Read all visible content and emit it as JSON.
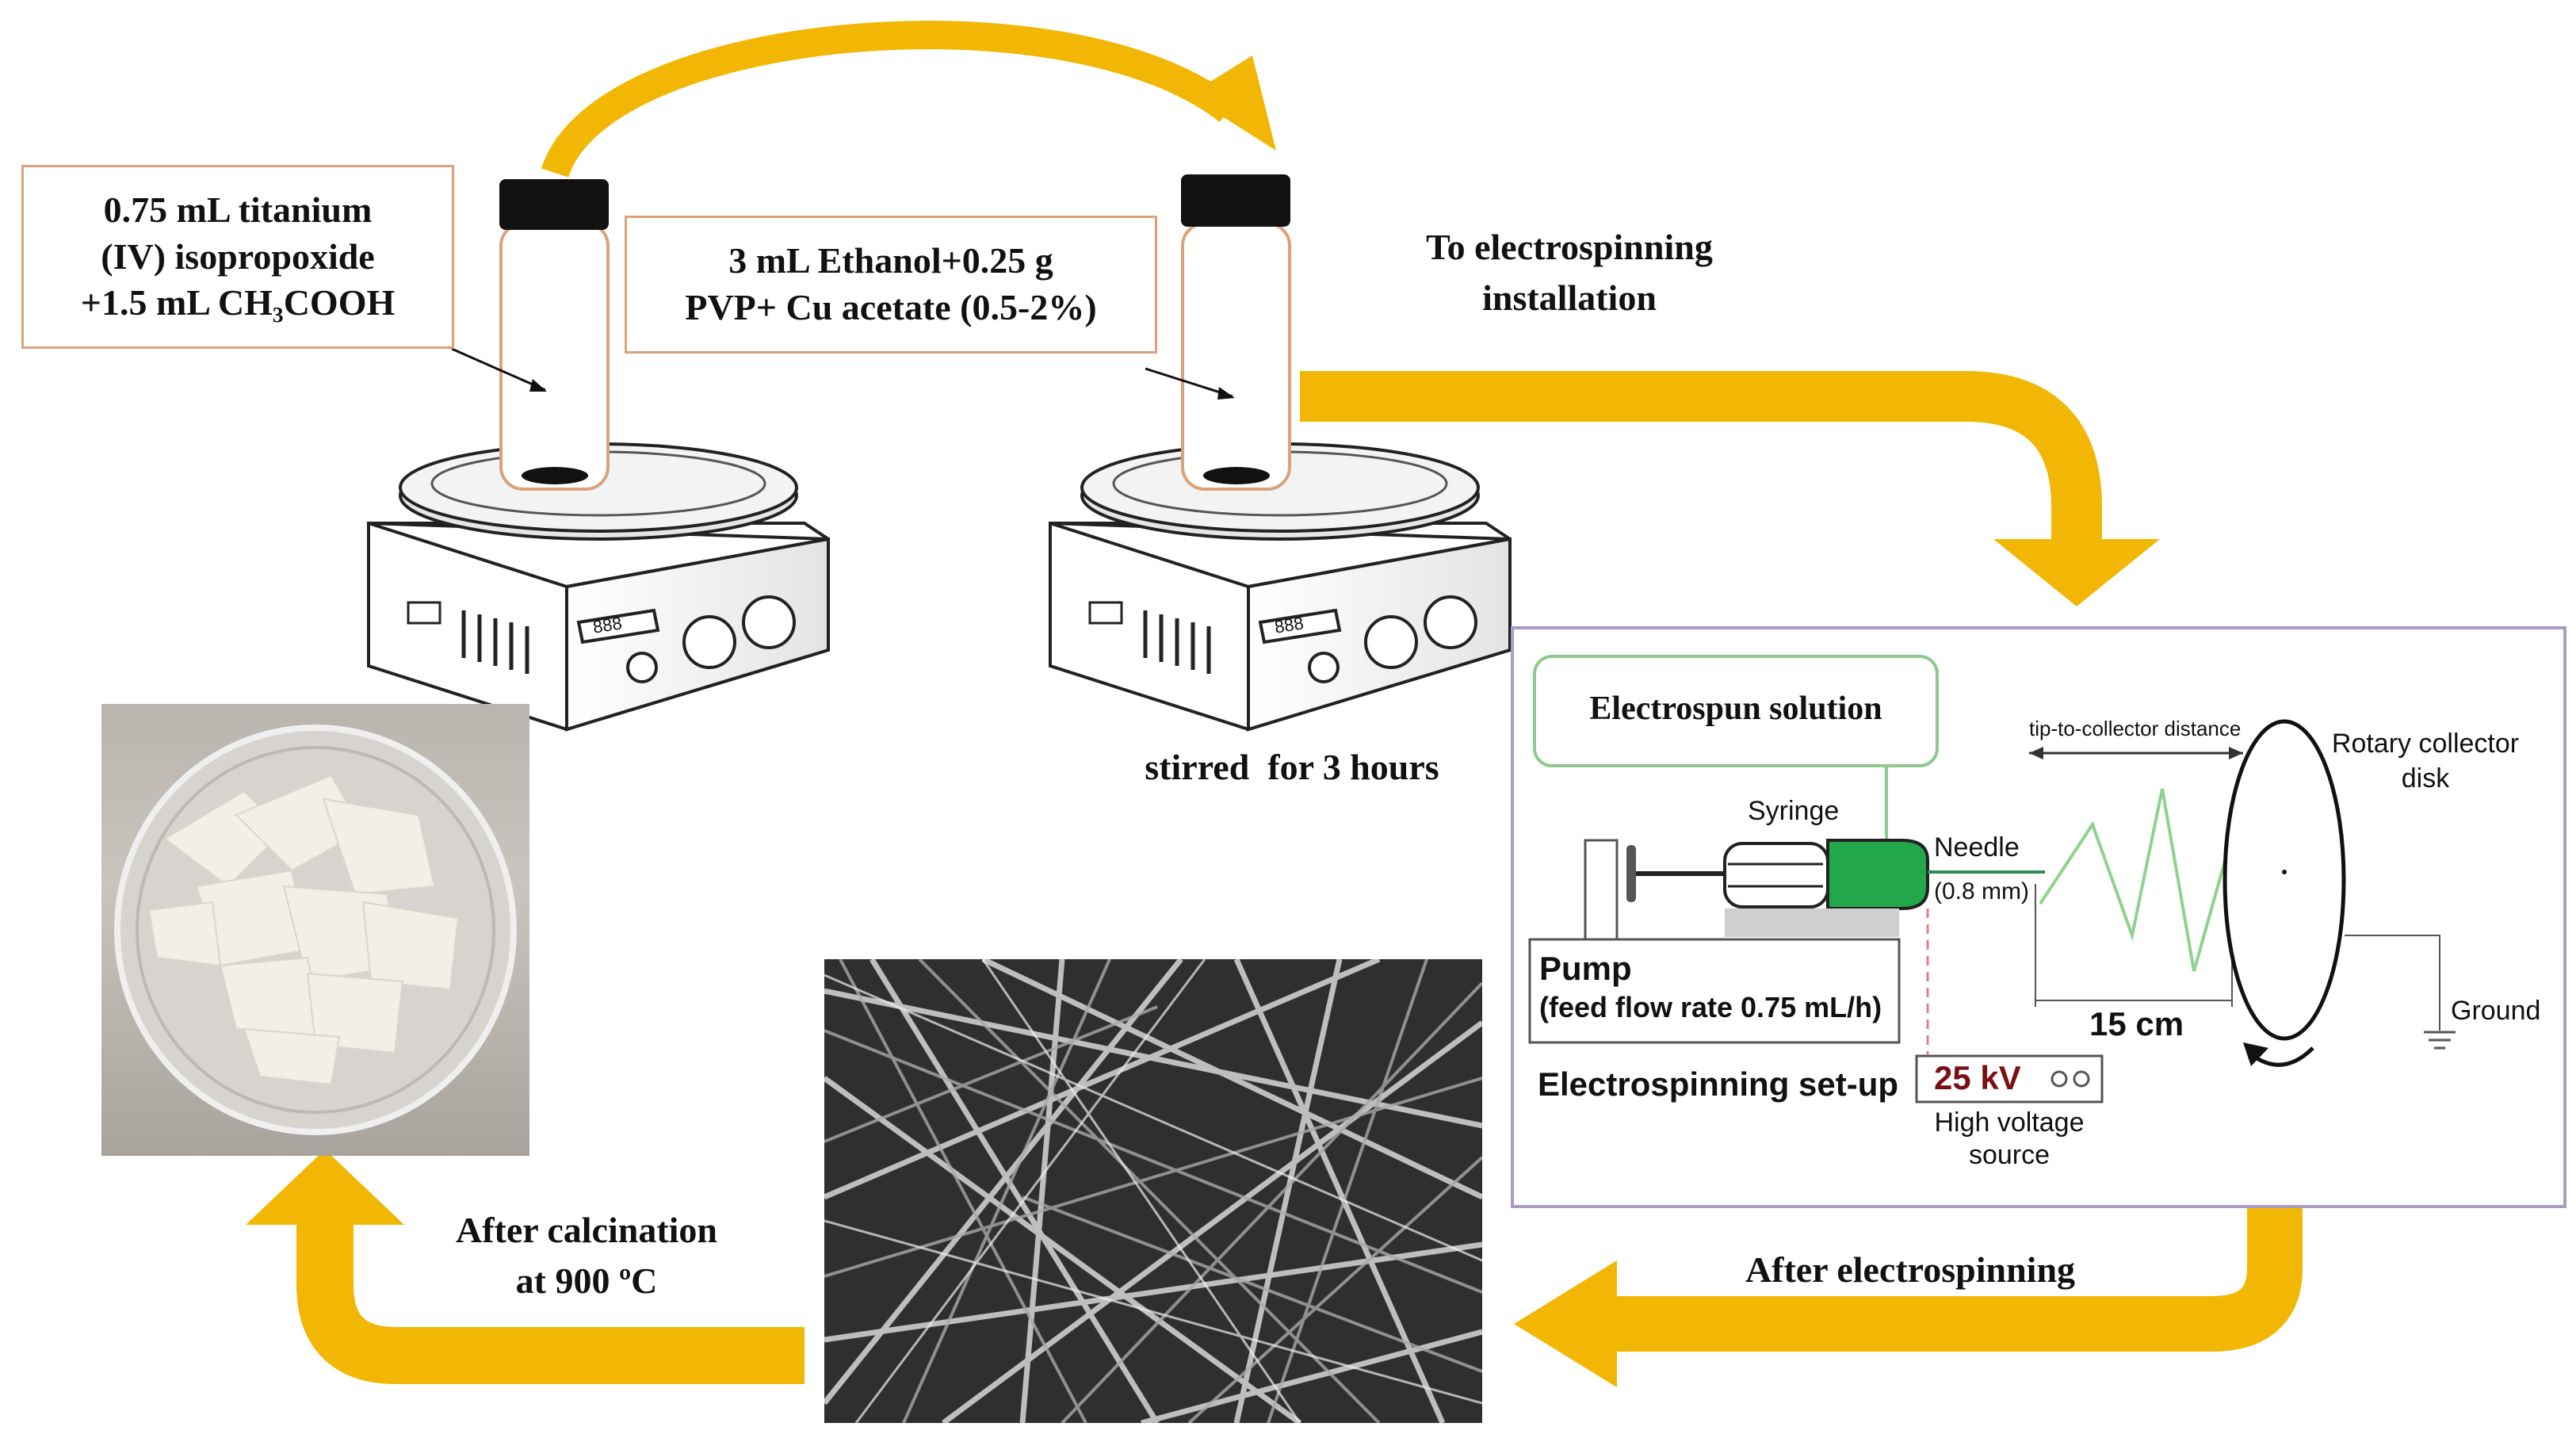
{
  "step1": {
    "label_lines": [
      "0.75 mL titanium",
      "(IV) isopropoxide",
      "+1.5 mL CH₃COOH"
    ]
  },
  "step2": {
    "label_lines": [
      "3 mL Ethanol+0.25 g",
      "PVP+ Cu acetate (0.5-2%)"
    ]
  },
  "stir_caption": "stirred  for 3 hours",
  "to_electrospinning": [
    "To electrospinning",
    "installation"
  ],
  "setup": {
    "solution_label": "Electrospun solution",
    "syringe": "Syringe",
    "needle": "Needle",
    "needle_size": "(0.8 mm)",
    "distance_label": "tip-to-collector distance",
    "collector": [
      "Rotary collector",
      "disk"
    ],
    "pump": "Pump",
    "flow_rate": "(feed flow rate 0.75 mL/h)",
    "distance": "15 cm",
    "ground": "Ground",
    "voltage": "25 kV",
    "voltage_source": [
      "High voltage",
      "source"
    ],
    "title": "Electrospinning set-up"
  },
  "after_electrospinning": "After electrospinning",
  "after_calcination": [
    "After calcination",
    "at 900 ºC"
  ],
  "hotplate_display": "888",
  "colors": {
    "arrow": "#f2b705",
    "label_border": "#d9a27a",
    "setup_border": "#a99bc4",
    "solution_border": "#8fc98f",
    "syringe_green": "#22a84a",
    "voltage_text": "#7a0f14"
  }
}
